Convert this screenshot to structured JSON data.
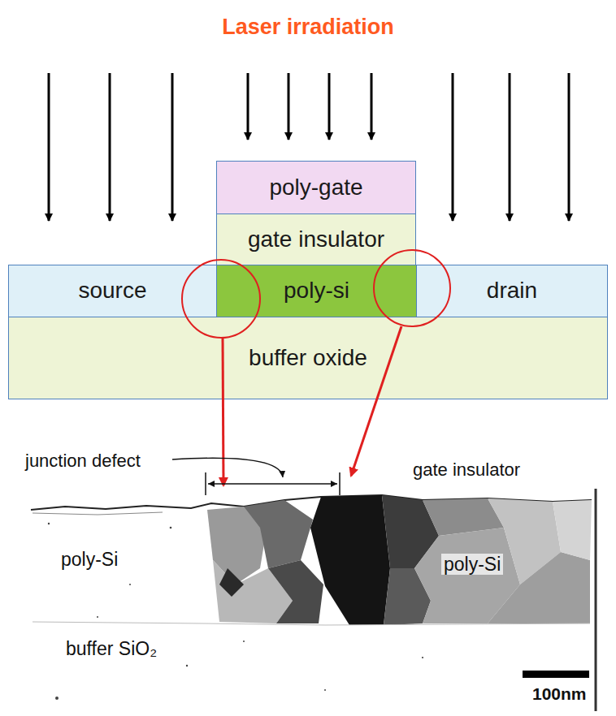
{
  "diagram": {
    "title": "Laser irradiation",
    "nodes": [
      {
        "text": [
          "poly-gate"
        ]
      },
      {
        "text": [
          "gate insulator"
        ]
      },
      {
        "text": [
          "source"
        ]
      },
      {
        "text": [
          "poly-si"
        ]
      },
      {
        "text": [
          "drain"
        ]
      },
      {
        "text": [
          "buffer oxide"
        ]
      }
    ],
    "labels": [
      "junction defect",
      "gate insulator",
      "poly-Si",
      "poly-Si",
      "buffer SiO₂",
      "100nm"
    ]
  }
}
